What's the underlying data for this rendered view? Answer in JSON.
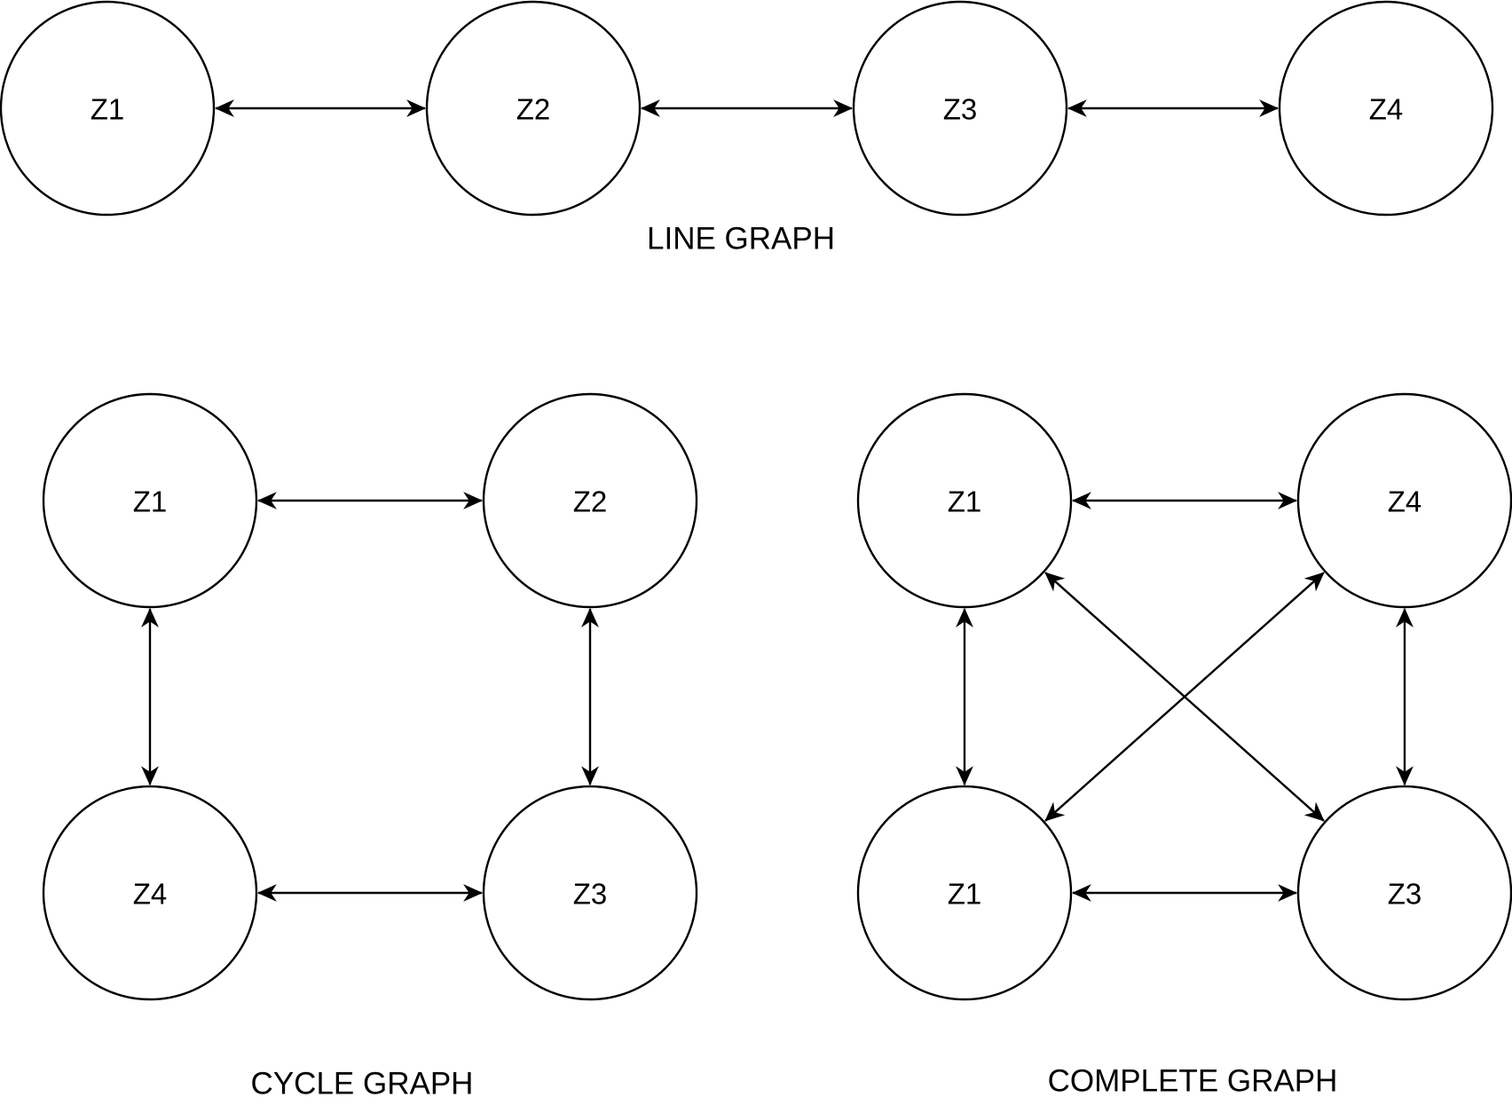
{
  "graphs": {
    "line": {
      "caption": "LINE GRAPH",
      "nodes": [
        "Z1",
        "Z2",
        "Z3",
        "Z4"
      ],
      "edges": [
        [
          0,
          1
        ],
        [
          1,
          2
        ],
        [
          2,
          3
        ]
      ]
    },
    "cycle": {
      "caption": "CYCLE GRAPH",
      "nodes": [
        "Z1",
        "Z2",
        "Z4",
        "Z3"
      ],
      "edges": [
        [
          0,
          1
        ],
        [
          0,
          2
        ],
        [
          1,
          3
        ],
        [
          2,
          3
        ]
      ]
    },
    "complete": {
      "caption": "COMPLETE GRAPH",
      "nodes": [
        "Z1",
        "Z4",
        "Z1",
        "Z3"
      ],
      "edges": [
        [
          0,
          1
        ],
        [
          0,
          2
        ],
        [
          1,
          3
        ],
        [
          2,
          3
        ],
        [
          0,
          3
        ],
        [
          1,
          2
        ]
      ]
    }
  },
  "edge_style": "bidirectional-arrow",
  "colors": {
    "stroke": "#000000",
    "node_fill": "#ffffff",
    "background": "#ffffff"
  }
}
